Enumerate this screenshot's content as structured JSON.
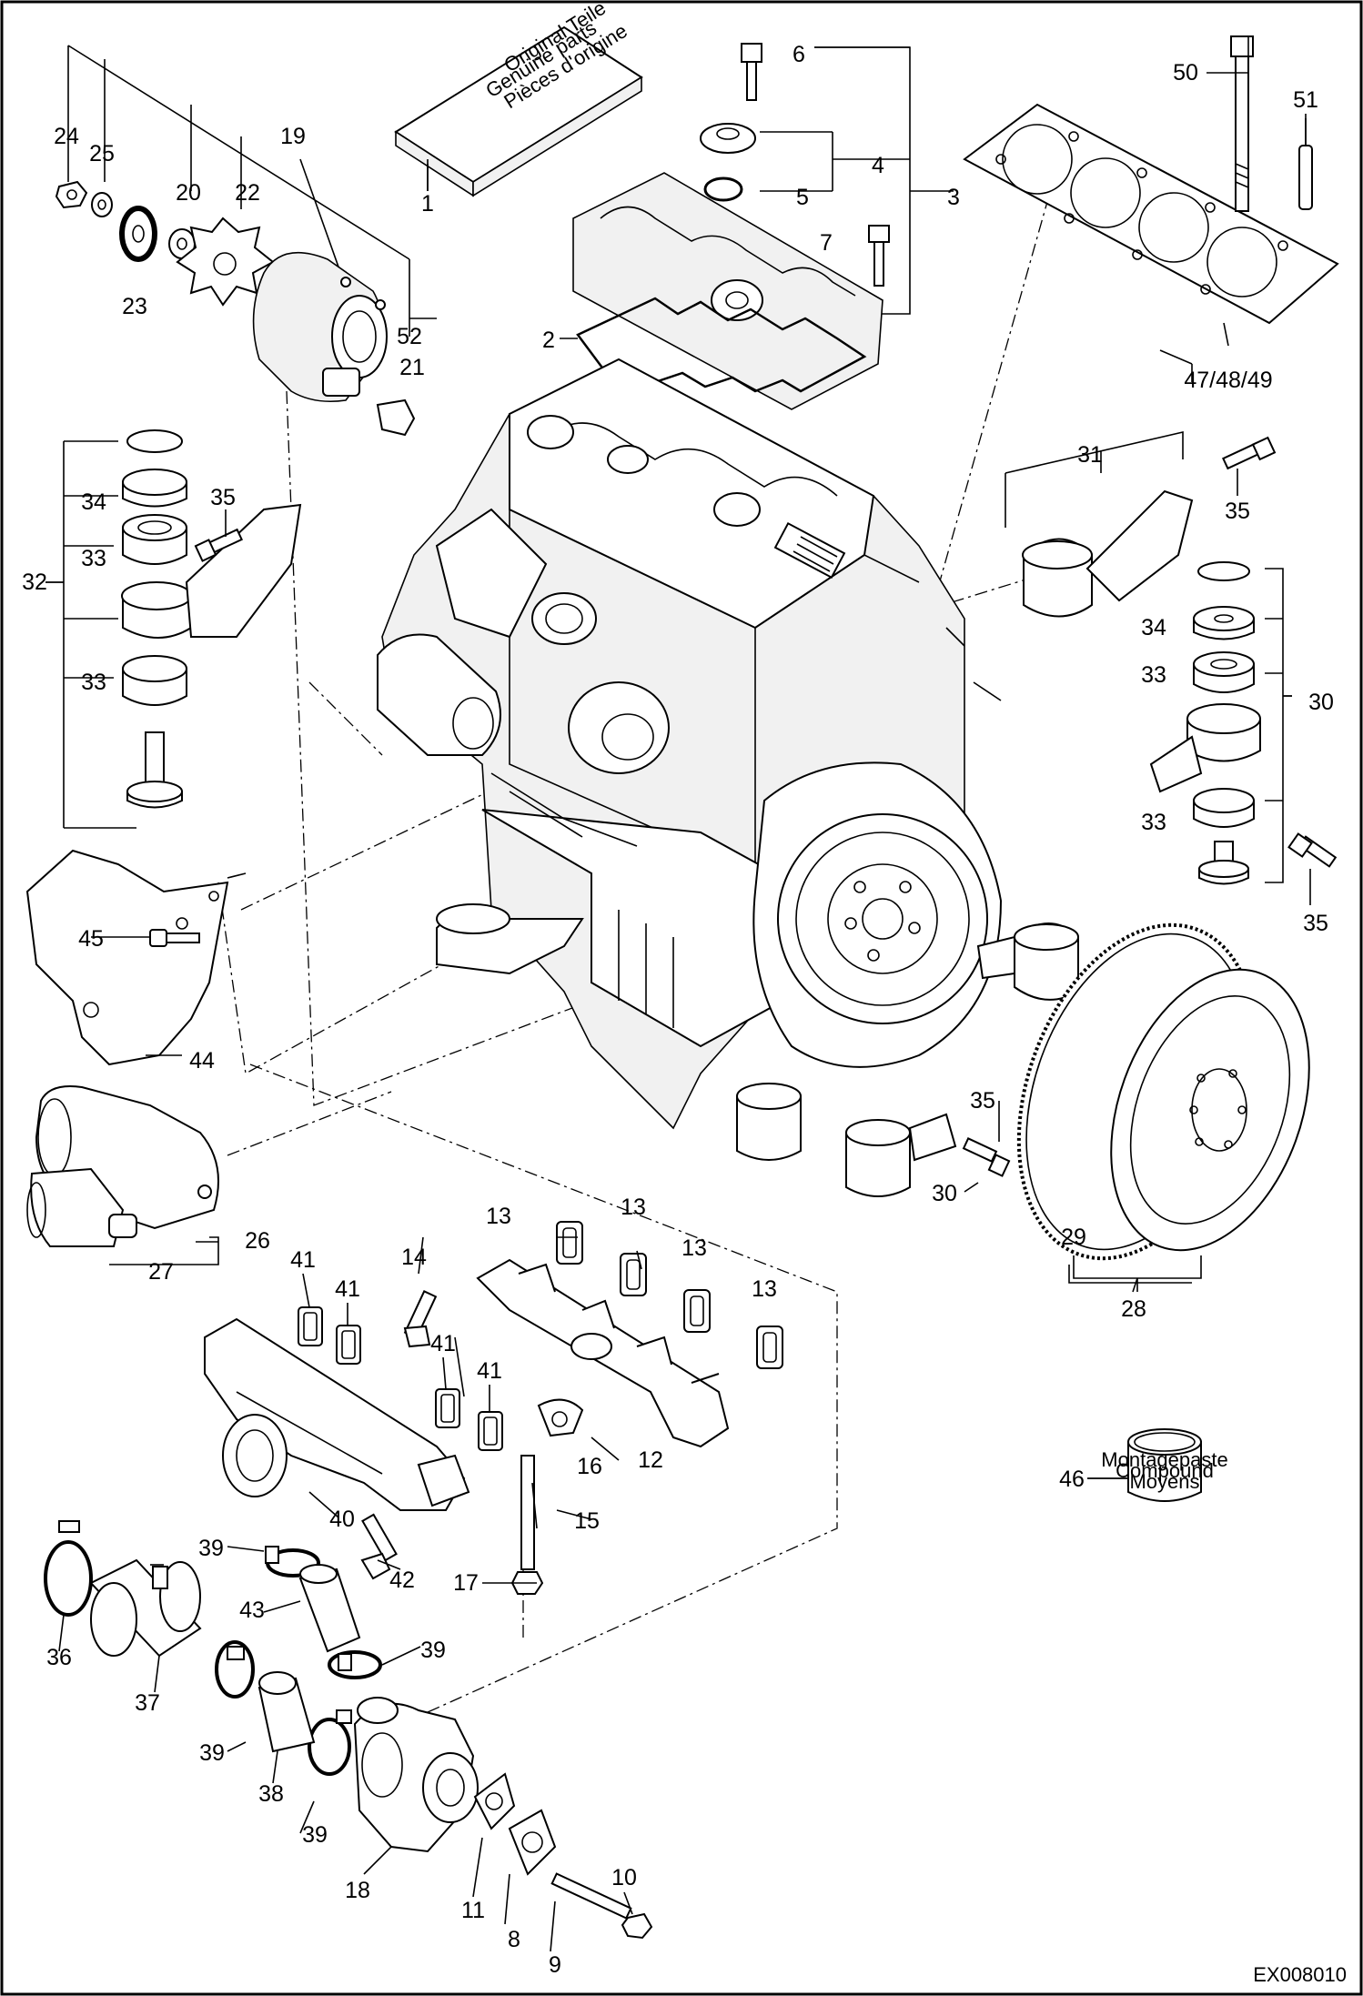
{
  "diagram": {
    "drawing_code": "EX008010",
    "callouts": [
      {
        "id": "c1",
        "label": "1"
      },
      {
        "id": "c2",
        "label": "2"
      },
      {
        "id": "c3",
        "label": "3"
      },
      {
        "id": "c4",
        "label": "4"
      },
      {
        "id": "c5",
        "label": "5"
      },
      {
        "id": "c6",
        "label": "6"
      },
      {
        "id": "c7",
        "label": "7"
      },
      {
        "id": "c8",
        "label": "8"
      },
      {
        "id": "c9",
        "label": "9"
      },
      {
        "id": "c10",
        "label": "10"
      },
      {
        "id": "c11",
        "label": "11"
      },
      {
        "id": "c12",
        "label": "12"
      },
      {
        "id": "c13a",
        "label": "13"
      },
      {
        "id": "c13b",
        "label": "13"
      },
      {
        "id": "c13c",
        "label": "13"
      },
      {
        "id": "c13d",
        "label": "13"
      },
      {
        "id": "c14",
        "label": "14"
      },
      {
        "id": "c15",
        "label": "15"
      },
      {
        "id": "c16",
        "label": "16"
      },
      {
        "id": "c17",
        "label": "17"
      },
      {
        "id": "c18",
        "label": "18"
      },
      {
        "id": "c19",
        "label": "19"
      },
      {
        "id": "c20",
        "label": "20"
      },
      {
        "id": "c21",
        "label": "21"
      },
      {
        "id": "c22",
        "label": "22"
      },
      {
        "id": "c23",
        "label": "23"
      },
      {
        "id": "c24",
        "label": "24"
      },
      {
        "id": "c25",
        "label": "25"
      },
      {
        "id": "c26",
        "label": "26"
      },
      {
        "id": "c27",
        "label": "27"
      },
      {
        "id": "c28",
        "label": "28"
      },
      {
        "id": "c29",
        "label": "29"
      },
      {
        "id": "c30a",
        "label": "30"
      },
      {
        "id": "c30b",
        "label": "30"
      },
      {
        "id": "c31",
        "label": "31"
      },
      {
        "id": "c32",
        "label": "32"
      },
      {
        "id": "c33a",
        "label": "33"
      },
      {
        "id": "c33b",
        "label": "33"
      },
      {
        "id": "c33c",
        "label": "33"
      },
      {
        "id": "c33d",
        "label": "33"
      },
      {
        "id": "c34a",
        "label": "34"
      },
      {
        "id": "c34b",
        "label": "34"
      },
      {
        "id": "c35a",
        "label": "35"
      },
      {
        "id": "c35b",
        "label": "35"
      },
      {
        "id": "c35c",
        "label": "35"
      },
      {
        "id": "c35d",
        "label": "35"
      },
      {
        "id": "c36",
        "label": "36"
      },
      {
        "id": "c37",
        "label": "37"
      },
      {
        "id": "c38",
        "label": "38"
      },
      {
        "id": "c39a",
        "label": "39"
      },
      {
        "id": "c39b",
        "label": "39"
      },
      {
        "id": "c39c",
        "label": "39"
      },
      {
        "id": "c39d",
        "label": "39"
      },
      {
        "id": "c40",
        "label": "40"
      },
      {
        "id": "c41a",
        "label": "41"
      },
      {
        "id": "c41b",
        "label": "41"
      },
      {
        "id": "c41c",
        "label": "41"
      },
      {
        "id": "c41d",
        "label": "41"
      },
      {
        "id": "c42",
        "label": "42"
      },
      {
        "id": "c43",
        "label": "43"
      },
      {
        "id": "c44",
        "label": "44"
      },
      {
        "id": "c45",
        "label": "45"
      },
      {
        "id": "c46",
        "label": "46"
      },
      {
        "id": "c47",
        "label": "47/48/49"
      },
      {
        "id": "c50",
        "label": "50"
      },
      {
        "id": "c51",
        "label": "51"
      },
      {
        "id": "c52",
        "label": "52"
      }
    ],
    "logo_text": [
      "Original Teile",
      "Genuine parts",
      "Pièces d'origine"
    ],
    "tin_text": [
      "Montagepaste",
      "Compound",
      "Moyens"
    ]
  }
}
